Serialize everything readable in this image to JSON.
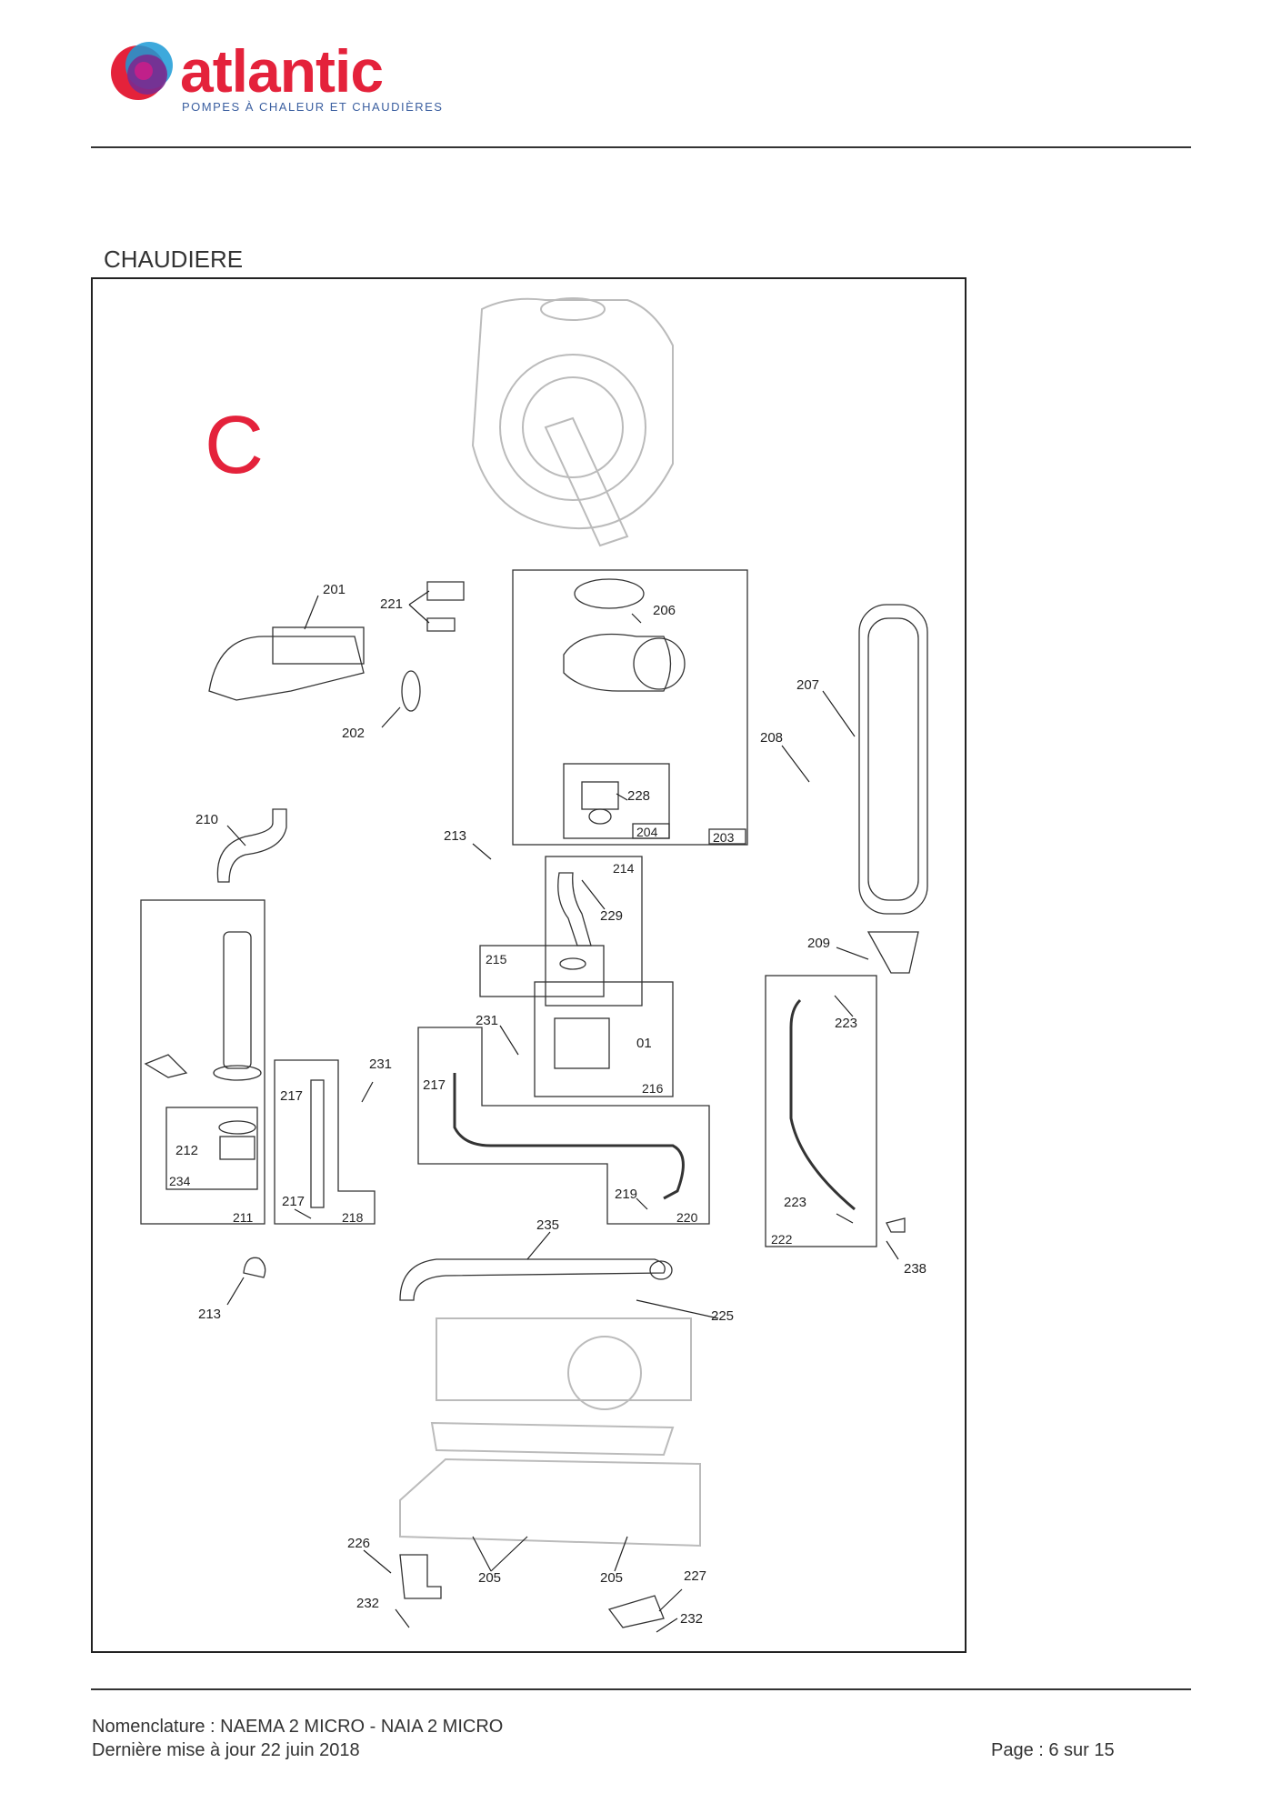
{
  "header": {
    "brand": "atlantic",
    "tagline": "POMPES À CHALEUR ET CHAUDIÈRES",
    "brand_color": "#e4223b",
    "tagline_color": "#3b5fa0"
  },
  "section_title": "CHAUDIERE",
  "diagram": {
    "letter": "C",
    "labels": [
      "201",
      "221",
      "202",
      "206",
      "203",
      "207",
      "208",
      "228",
      "204",
      "210",
      "213",
      "214",
      "229",
      "209",
      "215",
      "231",
      "01",
      "216",
      "223",
      "211",
      "212",
      "234",
      "217",
      "218",
      "219",
      "220",
      "235",
      "222",
      "238",
      "225",
      "226",
      "205",
      "227",
      "232"
    ],
    "icon": "exploded-parts-diagram"
  },
  "footer": {
    "nomenclature": "Nomenclature : NAEMA 2 MICRO - NAIA 2 MICRO",
    "updated": "Dernière mise à jour 22 juin 2018",
    "page": "Page : 6 sur 15"
  }
}
